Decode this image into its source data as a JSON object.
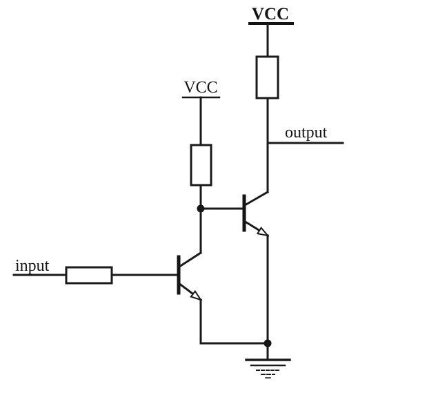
{
  "diagram": {
    "type": "circuit-schematic",
    "labels": {
      "vcc_top": "VCC",
      "vcc_left": "VCC",
      "output": "output",
      "input": "input"
    },
    "colors": {
      "line": "#1a1a1a",
      "background": "#ffffff"
    }
  }
}
